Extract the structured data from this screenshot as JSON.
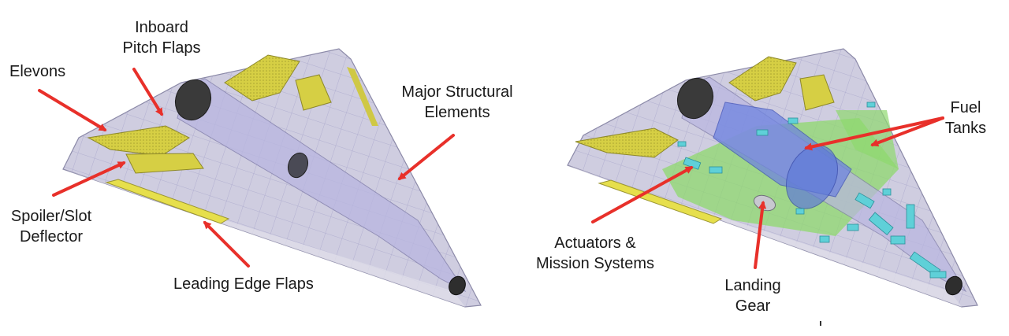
{
  "left_diagram": {
    "labels": {
      "elevons": "Elevons",
      "inboard_pitch_flaps_line1": "Inboard",
      "inboard_pitch_flaps_line2": "Pitch Flaps",
      "major_structural_line1": "Major Structural",
      "major_structural_line2": "Elements",
      "spoiler_line1": "Spoiler/Slot",
      "spoiler_line2": "Deflector",
      "leading_edge_flaps": "Leading Edge Flaps"
    }
  },
  "right_diagram": {
    "labels": {
      "fuel_line1": "Fuel",
      "fuel_line2": "Tanks",
      "actuators_line1": "Actuators &",
      "actuators_line2": "Mission Systems",
      "landing_line1": "Landing",
      "landing_line2": "Gear"
    }
  },
  "colors": {
    "arrow": "#e8302a",
    "flap_yellow": "#d6cf44",
    "body_lavender": "#c9c6e6",
    "fuel_green": "#8fd86d",
    "fuel_blue": "#6f84e0",
    "actuator_cyan": "#5fd0d8"
  }
}
